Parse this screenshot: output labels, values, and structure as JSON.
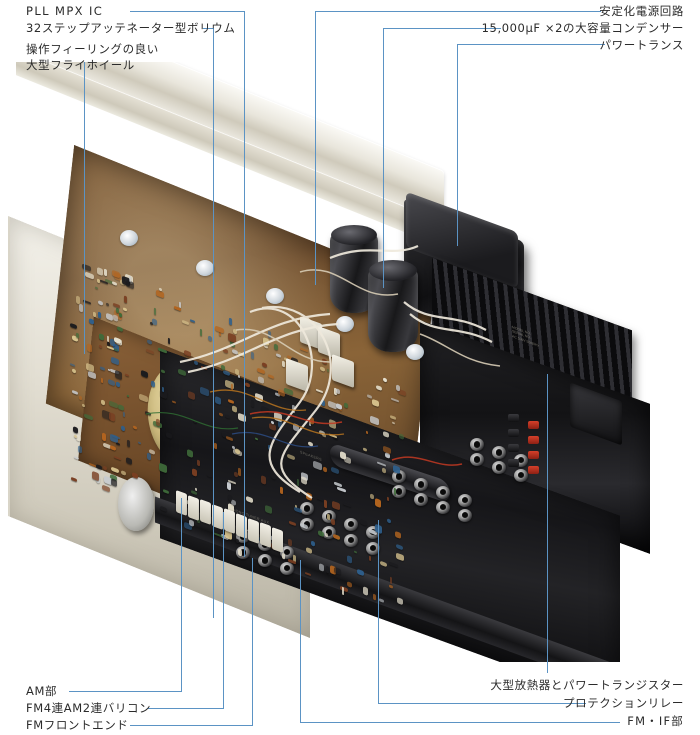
{
  "figure": {
    "kind": "annotated-photograph",
    "subject": "stereo receiver internal top view",
    "leader_line_color": "#5b93c4",
    "label_text_color": "#2b2b2b",
    "background_color": "#ffffff"
  },
  "callouts": {
    "top_left": [
      {
        "id": "pll-mpx-ic",
        "text": "PLL MPX IC"
      },
      {
        "id": "attenuator",
        "text": "32ステップアッテネーター型ボリウム"
      },
      {
        "id": "flywheel-1",
        "text": "操作フィーリングの良い"
      },
      {
        "id": "flywheel-2",
        "text": "大型フライホイール"
      }
    ],
    "top_right": [
      {
        "id": "regulated-psu",
        "text": "安定化電源回路"
      },
      {
        "id": "capacitors",
        "text": "15,000μF ×2の大容量コンデンサー"
      },
      {
        "id": "power-trans",
        "text": "パワートランス"
      }
    ],
    "bottom_left": [
      {
        "id": "am-section",
        "text": "AM部"
      },
      {
        "id": "varicon",
        "text": "FM4連AM2連バリコン"
      },
      {
        "id": "fm-front-end",
        "text": "FMフロントエンド"
      }
    ],
    "bottom_right": [
      {
        "id": "heatsink-transistors",
        "text": "大型放熱器とパワートランジスター"
      },
      {
        "id": "protection-relay",
        "text": "プロテクションリレー"
      },
      {
        "id": "fm-if-section",
        "text": "FM・IF部"
      }
    ]
  },
  "photo_parts": {
    "flywheel": "large brass flywheel",
    "capacitors": "two large black electrolytic capacitors",
    "transformer": "black power transformer",
    "heatsink": "finned black heat sink",
    "rear_panel": "black rear panel with AC socket",
    "jack_panel": "black panel with RCA jacks",
    "main_pcb": "brown main circuit board",
    "chassis": "beige metal chassis"
  }
}
